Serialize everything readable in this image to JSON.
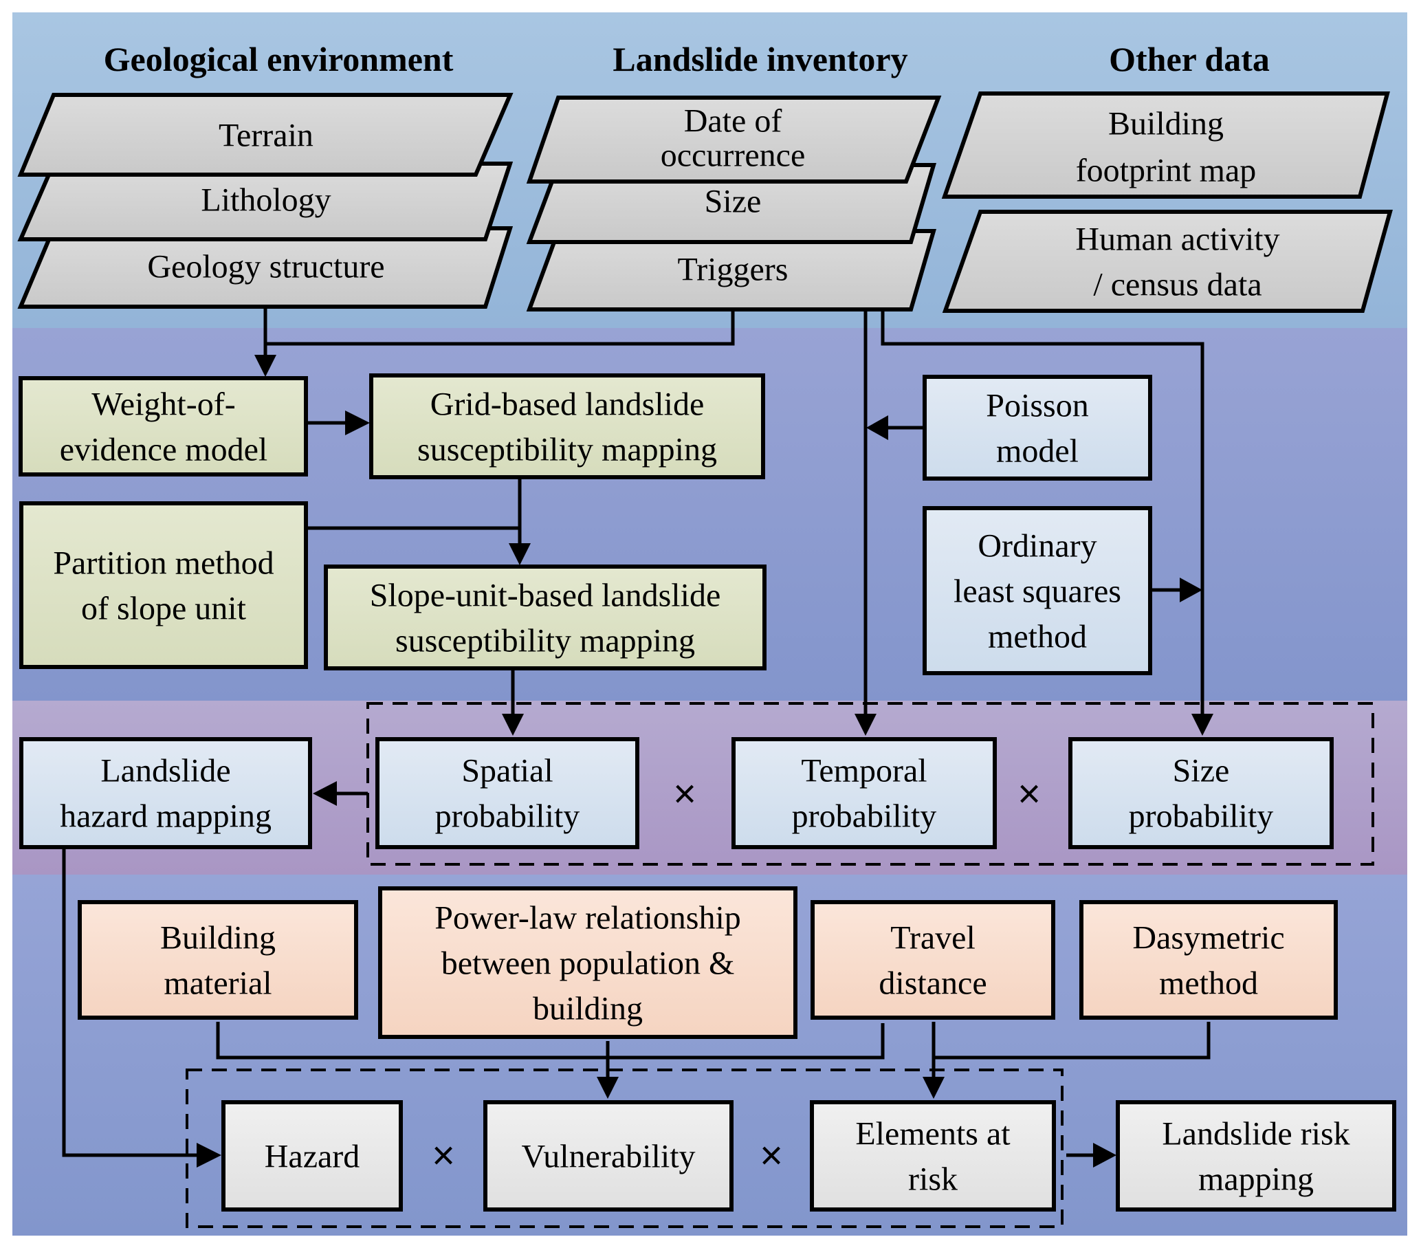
{
  "headers": {
    "geological": "Geological environment",
    "inventory": "Landslide inventory",
    "other": "Other data"
  },
  "geological_layers": [
    "Terrain",
    "Lithology",
    "Geology structure"
  ],
  "inventory_layers": [
    [
      "Date of",
      "occurrence"
    ],
    [
      "Size"
    ],
    [
      "Triggers"
    ]
  ],
  "other_layers": [
    [
      "Building",
      "footprint map"
    ],
    [
      "Human activity",
      "/ census data"
    ]
  ],
  "susceptibility": {
    "woe": [
      "Weight-of-",
      "evidence model"
    ],
    "grid": [
      "Grid-based landslide",
      "susceptibility mapping"
    ],
    "partition": [
      "Partition method",
      "of slope unit"
    ],
    "slope_unit": [
      "Slope-unit-based landslide",
      "susceptibility mapping"
    ],
    "poisson": [
      "Poisson",
      "model"
    ],
    "ols": [
      "Ordinary",
      "least squares",
      "method"
    ]
  },
  "hazard": {
    "hazard_mapping": [
      "Landslide",
      "hazard mapping"
    ],
    "spatial": [
      "Spatial",
      "probability"
    ],
    "temporal": [
      "Temporal",
      "probability"
    ],
    "size": [
      "Size",
      "probability"
    ],
    "operator": "×"
  },
  "risk_inputs": {
    "building_material": [
      "Building",
      "material"
    ],
    "power_law": [
      "Power-law relationship",
      "between population &",
      "building"
    ],
    "travel": [
      "Travel",
      "distance"
    ],
    "dasymetric": [
      "Dasymetric",
      "method"
    ]
  },
  "risk": {
    "hazard": [
      "Hazard"
    ],
    "vulnerability": [
      "Vulnerability"
    ],
    "elements": [
      "Elements at",
      "risk"
    ],
    "risk_mapping": [
      "Landslide risk",
      "mapping"
    ],
    "operator": "×"
  },
  "colors": {
    "band_top": "#a4c3df",
    "band_susceptibility": "#8c9fd2",
    "band_hazard": "#ad9dc8",
    "band_risk": "#8a9dd0",
    "box_gray": "#d4d4d4",
    "box_green": "#dde3c6",
    "box_blue": "#d6e3f0",
    "box_peach": "#f8dccb",
    "box_light": "#e8e8e8"
  }
}
